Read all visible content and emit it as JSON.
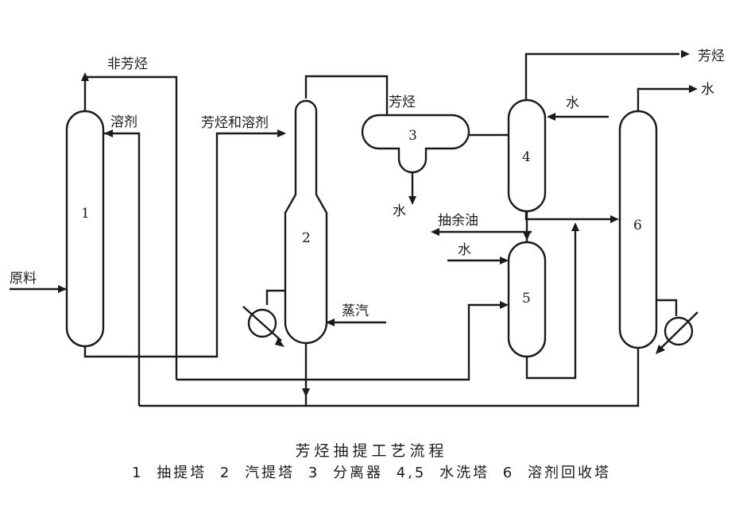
{
  "labels": {
    "non_aromatics": "非芳烃",
    "solvent": "溶剂",
    "aromatics_and_solvent": "芳烃和溶剂",
    "aromatics_top": "芳烃",
    "aromatics_out": "芳烃",
    "water_in_4": "水",
    "water_out_6": "水",
    "water_out_3": "水",
    "raffinate": "抽余油",
    "water_in_5": "水",
    "feed": "原料",
    "steam": "蒸汽"
  },
  "units": {
    "u1": "1",
    "u2": "2",
    "u3": "3",
    "u4": "4",
    "u5": "5",
    "u6": "6"
  },
  "caption": {
    "title": "芳烃抽提工艺流程",
    "legend": "1 抽提塔  2 汽提塔  3 分离器  4,5 水洗塔  6 溶剂回收塔"
  }
}
